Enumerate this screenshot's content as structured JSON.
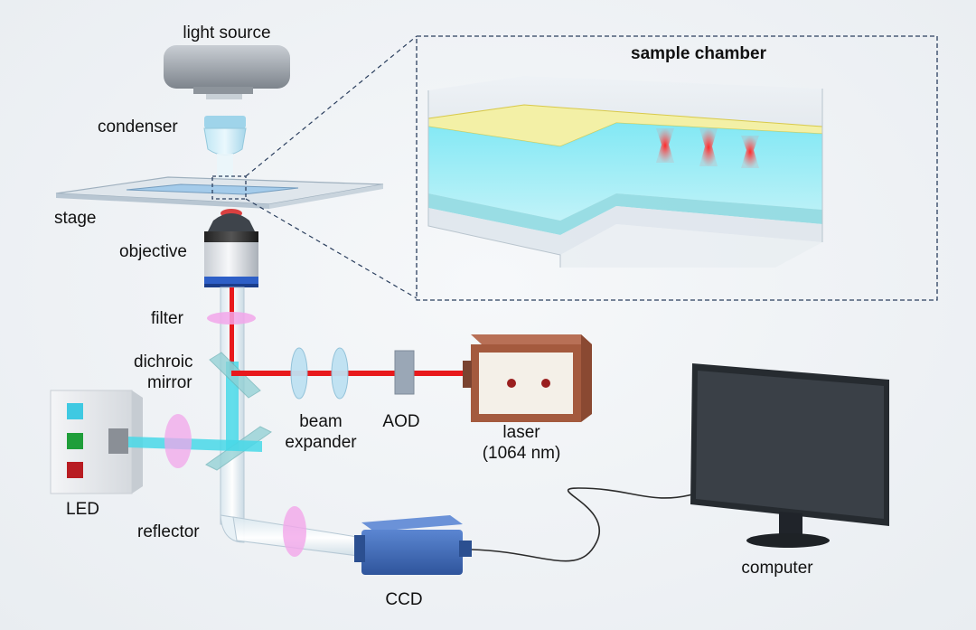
{
  "labels": {
    "light_source": "light source",
    "condenser": "condenser",
    "stage": "stage",
    "objective": "objective",
    "filter": "filter",
    "dichroic_line1": "dichroic",
    "dichroic_line2": "mirror",
    "beam_line1": "beam",
    "beam_line2": "expander",
    "aod": "AOD",
    "laser_line1": "laser",
    "laser_line2": "(1064 nm)",
    "led": "LED",
    "reflector": "reflector",
    "ccd": "CCD",
    "computer": "computer",
    "sample_chamber": "sample chamber"
  },
  "colors": {
    "laser_beam": "#e8191c",
    "led_beam": "#48d8e8",
    "filter": "#f2a6ea",
    "inset_border": "#2b3f5e",
    "laser_body": "#a45a3e",
    "ccd_body": "#3f6ab8",
    "monitor": "#262b30"
  }
}
